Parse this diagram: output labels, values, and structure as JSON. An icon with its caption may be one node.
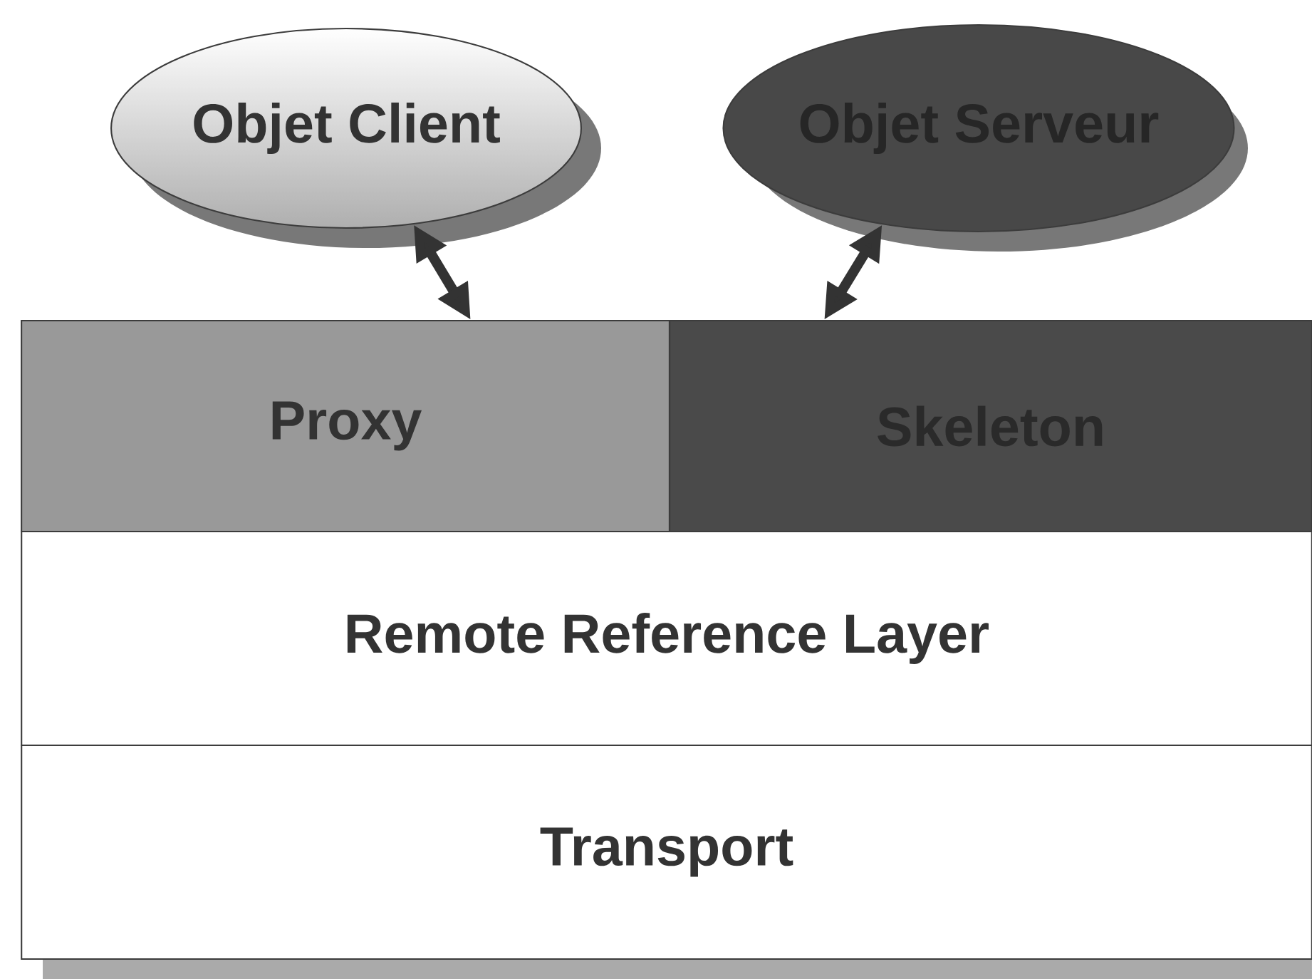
{
  "diagram": {
    "nodes": [
      {
        "text": [
          "Objet Client"
        ]
      },
      {
        "text": [
          "Objet Serveur"
        ]
      },
      {
        "text": [
          "Proxy"
        ]
      },
      {
        "text": [
          "Skeleton"
        ]
      },
      {
        "text": [
          "Remote Reference Layer"
        ]
      },
      {
        "text": [
          "Transport"
        ]
      }
    ],
    "edges": [
      {
        "from": 0,
        "to": 2,
        "arrow": "both"
      },
      {
        "from": 1,
        "to": 3,
        "arrow": "both"
      }
    ]
  }
}
